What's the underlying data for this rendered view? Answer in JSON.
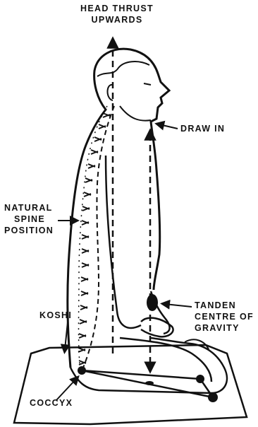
{
  "labels": {
    "head_thrust": [
      "HEAD THRUST",
      "UPWARDS"
    ],
    "draw_in": "DRAW IN",
    "natural_spine": [
      "NATURAL",
      "SPINE",
      "POSITION"
    ],
    "tanden": [
      "TANDEN",
      "CENTRE OF",
      "GRAVITY"
    ],
    "koshi": "KOSHI",
    "coccyx": "COCCYX"
  },
  "colors": {
    "ink": "#111111",
    "paper": "#ffffff"
  }
}
